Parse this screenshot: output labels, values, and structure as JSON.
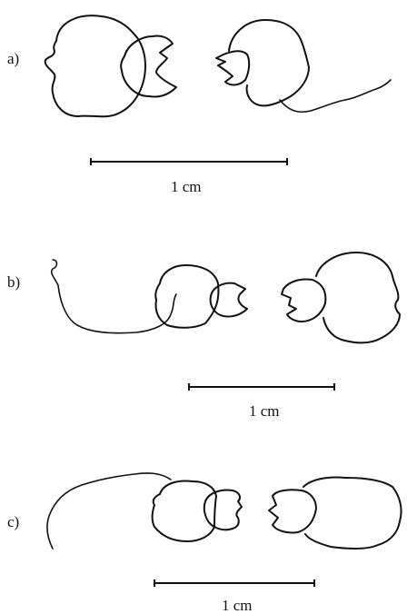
{
  "panels": [
    {
      "label": "a)",
      "scale_label": "1 cm"
    },
    {
      "label": "b)",
      "scale_label": "1 cm"
    },
    {
      "label": "c)",
      "scale_label": "1 cm"
    }
  ]
}
